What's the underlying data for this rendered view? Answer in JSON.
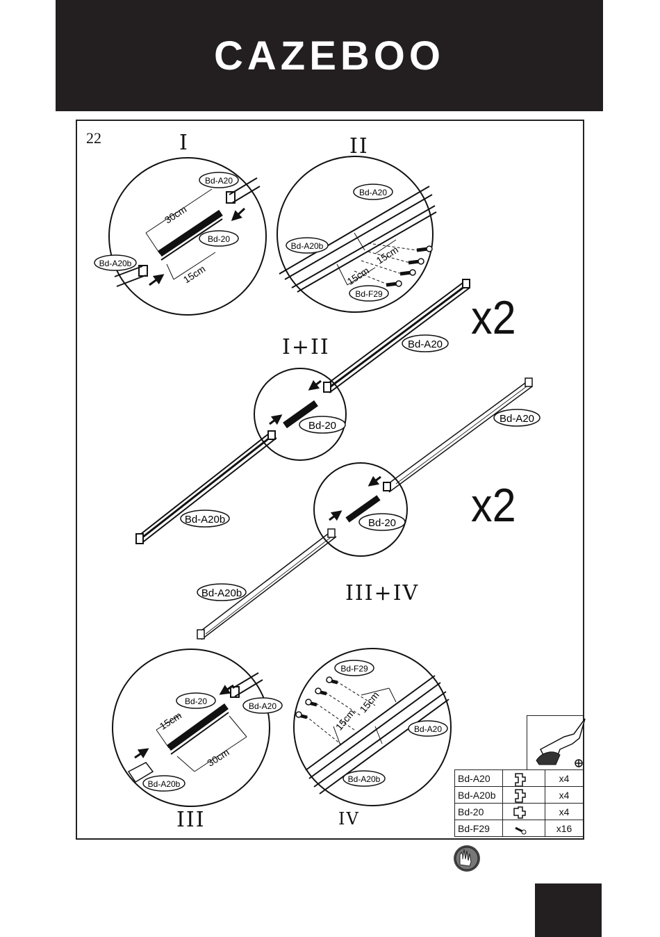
{
  "header": {
    "brand": "CAZEBOO"
  },
  "step": {
    "number": "22"
  },
  "stages": {
    "one": "I",
    "two": "II",
    "one_two": "I+II",
    "three_four": "III+IV",
    "three": "III",
    "four": "IV"
  },
  "multipliers": {
    "top": "x2",
    "bottom": "x2"
  },
  "labels": {
    "bd_a20": "Bd-A20",
    "bd_a20b": "Bd-A20b",
    "bd_20": "Bd-20",
    "bd_f29": "Bd-F29",
    "cm30": "30cm",
    "cm15": "15cm"
  },
  "parts": [
    {
      "code": "Bd-A20",
      "qty": "x4",
      "icon": "rail-profile-icon"
    },
    {
      "code": "Bd-A20b",
      "qty": "x4",
      "icon": "rail-profile-b-icon"
    },
    {
      "code": "Bd-20",
      "qty": "x4",
      "icon": "connector-profile-icon"
    },
    {
      "code": "Bd-F29",
      "qty": "x16",
      "icon": "screw-icon"
    }
  ],
  "icons": {
    "drill": "drill-icon",
    "gloves": "gloves-icon",
    "phillips": "phillips-bit-icon"
  },
  "colors": {
    "header_bg": "#231f20",
    "ink": "#111111",
    "paper": "#ffffff"
  }
}
